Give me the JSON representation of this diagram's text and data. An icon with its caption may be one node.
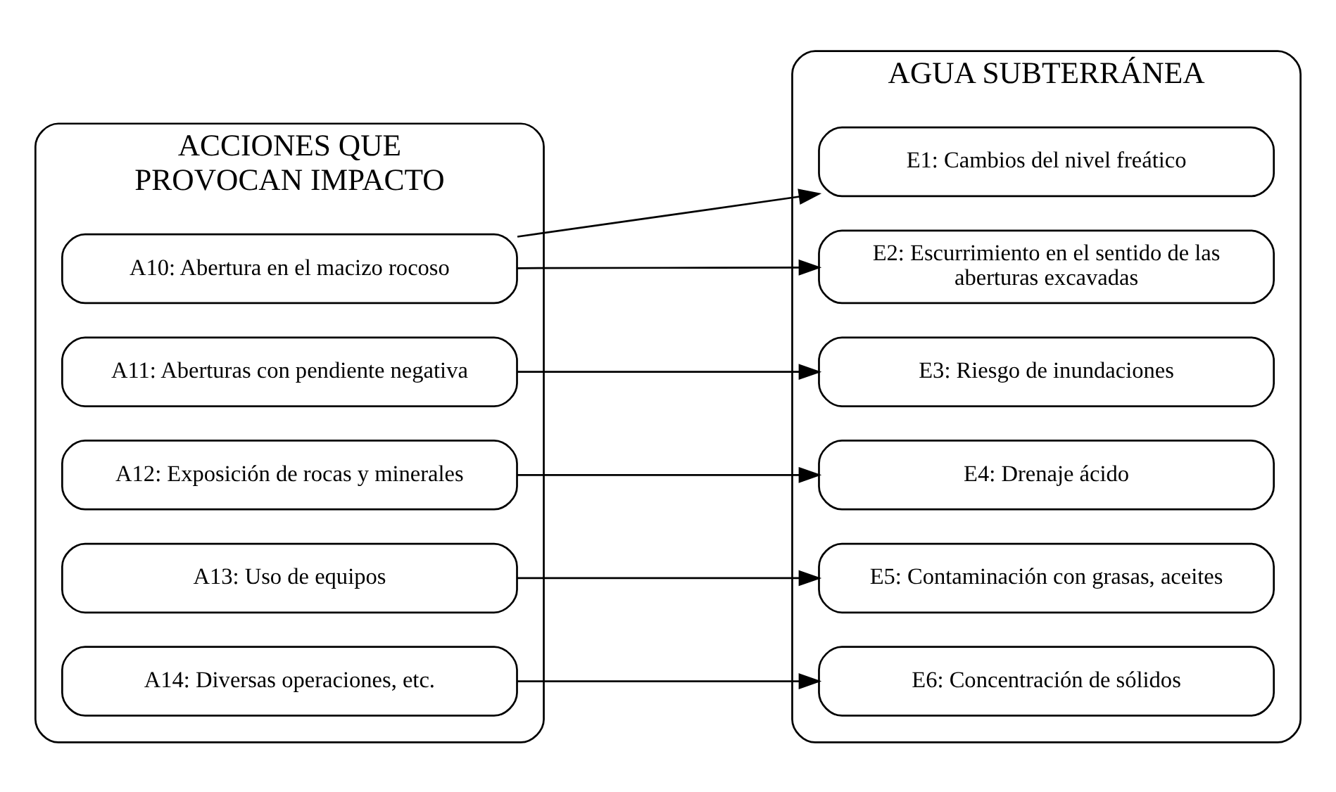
{
  "diagram": {
    "nodes": [
      {
        "text": [
          "ACCIONES QUE PROVOCAN IMPACTO"
        ]
      },
      {
        "text": [
          "A10: Abertura en el macizo rocoso"
        ],
        "in": 0
      },
      {
        "text": [
          "A11: Aberturas con pendiente negativa"
        ],
        "in": 0
      },
      {
        "text": [
          "A12: Exposición de rocas y minerales"
        ],
        "in": 0
      },
      {
        "text": [
          "A13: Uso de equipos"
        ],
        "in": 0
      },
      {
        "text": [
          "A14: Diversas operaciones, etc."
        ],
        "in": 0
      },
      {
        "text": [
          "AGUA SUBTERRÁNEA"
        ]
      },
      {
        "text": [
          "E1: Cambios del nivel freático"
        ],
        "in": 6
      },
      {
        "text": [
          "E2: Escurrimiento en el sentido de las aberturas excavadas"
        ],
        "in": 6
      },
      {
        "text": [
          "E3: Riesgo de inundaciones"
        ],
        "in": 6
      },
      {
        "text": [
          "E4: Drenaje ácido"
        ],
        "in": 6
      },
      {
        "text": [
          "E5: Contaminación con grasas, aceites"
        ],
        "in": 6
      },
      {
        "text": [
          "E6: Concentración de sólidos"
        ],
        "in": 6
      }
    ],
    "edges": [
      {
        "from": 1,
        "to": 7,
        "arrow": "to"
      },
      {
        "from": 1,
        "to": 8,
        "arrow": "to"
      },
      {
        "from": 2,
        "to": 9,
        "arrow": "to"
      },
      {
        "from": 3,
        "to": 10,
        "arrow": "to"
      },
      {
        "from": 4,
        "to": 11,
        "arrow": "to"
      },
      {
        "from": 5,
        "to": 12,
        "arrow": "to"
      }
    ]
  }
}
